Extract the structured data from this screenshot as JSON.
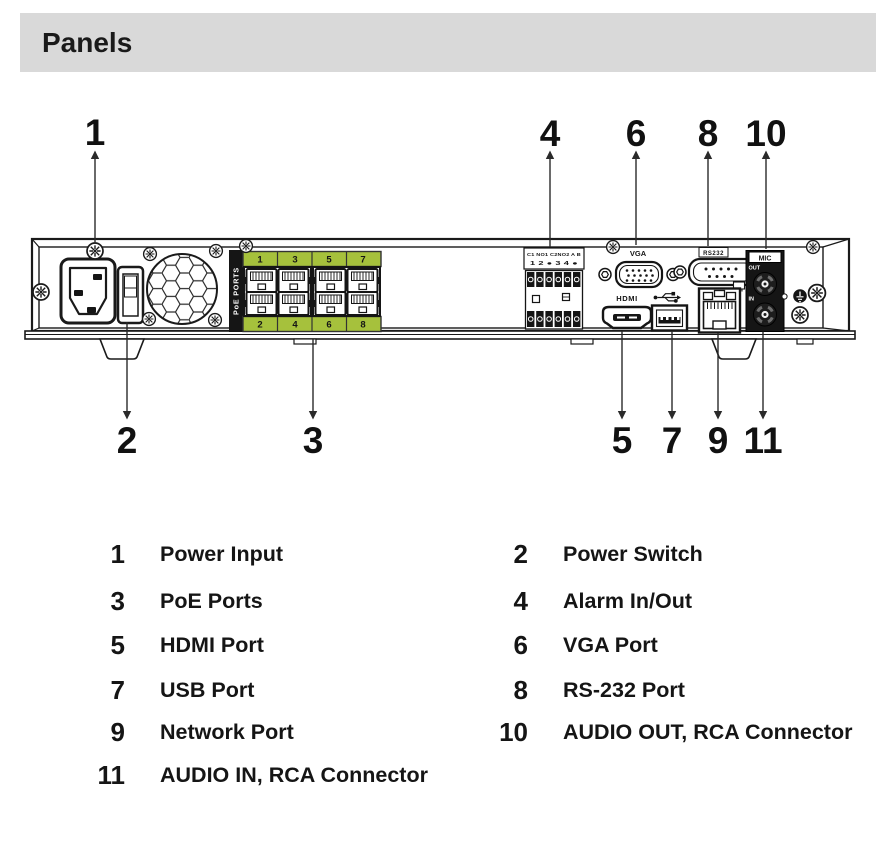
{
  "header": {
    "title": "Panels"
  },
  "diagram": {
    "callouts_top": [
      {
        "number": "1"
      },
      {
        "number": "4"
      },
      {
        "number": "6"
      },
      {
        "number": "8"
      },
      {
        "number": "10"
      }
    ],
    "callouts_bottom": [
      {
        "number": "2"
      },
      {
        "number": "3"
      },
      {
        "number": "5"
      },
      {
        "number": "7"
      },
      {
        "number": "9"
      },
      {
        "number": "11"
      }
    ],
    "device": {
      "poe_section_label": "PoE PORTS",
      "poe_port_numbers_top": [
        "1",
        "3",
        "5",
        "7"
      ],
      "poe_port_numbers_bottom": [
        "2",
        "4",
        "6",
        "8"
      ],
      "alarm_label_row1": "C1 NO1 C2NO2 A B",
      "alarm_label_row2": "1 2 ● 3 4 ●",
      "vga_label": "VGA",
      "rs232_label": "RS232",
      "hdmi_label": "HDMI",
      "mic_label": "MIC",
      "audio_out_label": "OUT",
      "audio_in_label": "IN"
    }
  },
  "legend": {
    "left_column": [
      {
        "number": "1",
        "label": "Power Input"
      },
      {
        "number": "3",
        "label": "PoE Ports"
      },
      {
        "number": "5",
        "label": "HDMI Port"
      },
      {
        "number": "7",
        "label": "USB Port"
      },
      {
        "number": "9",
        "label": "Network Port"
      },
      {
        "number": "11",
        "label": "AUDIO IN, RCA Connector"
      }
    ],
    "right_column": [
      {
        "number": "2",
        "label": "Power Switch"
      },
      {
        "number": "4",
        "label": "Alarm In/Out"
      },
      {
        "number": "6",
        "label": "VGA Port"
      },
      {
        "number": "8",
        "label": "RS-232 Port"
      },
      {
        "number": "10",
        "label": "AUDIO OUT, RCA Connector"
      }
    ]
  },
  "colors": {
    "poe_green": "#a6c13c",
    "header_bg": "#d9d9d9",
    "line_dark": "#1a1a1a"
  }
}
